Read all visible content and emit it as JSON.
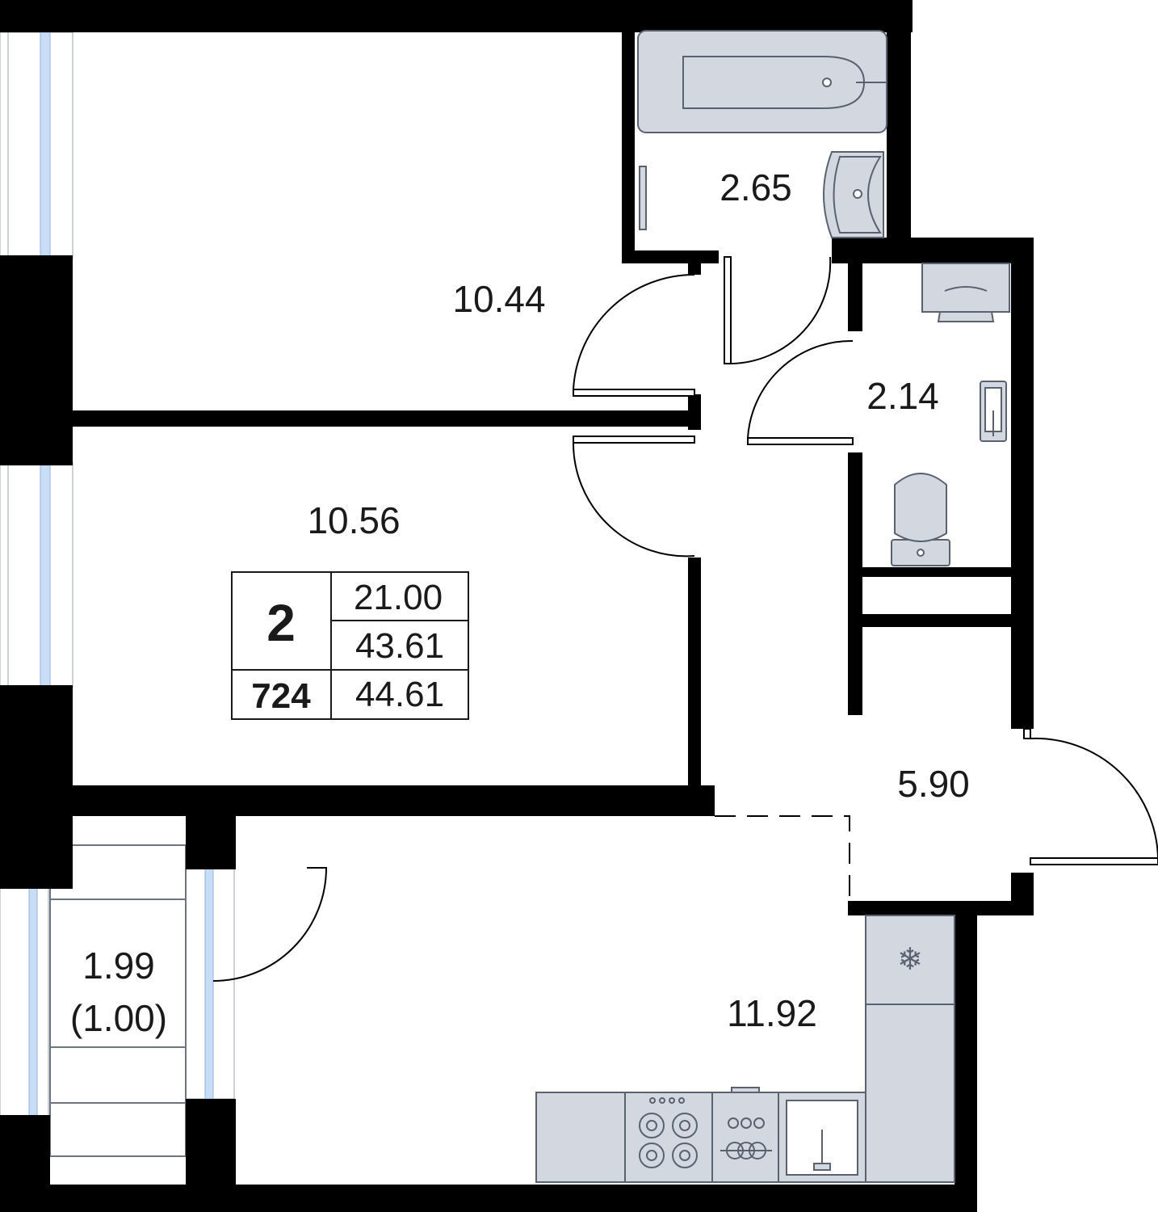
{
  "rooms": {
    "bedroom_top": "10.44",
    "bedroom_bottom": "10.56",
    "bathroom": "2.65",
    "toilet": "2.14",
    "hallway": "5.90",
    "kitchen": "11.92",
    "balcony": "1.99",
    "balcony_reduced": "(1.00)"
  },
  "badge": {
    "rooms_count": "2",
    "apartment_number": "724",
    "living_area": "21.00",
    "total_area": "43.61",
    "total_area_with_balcony": "44.61"
  }
}
